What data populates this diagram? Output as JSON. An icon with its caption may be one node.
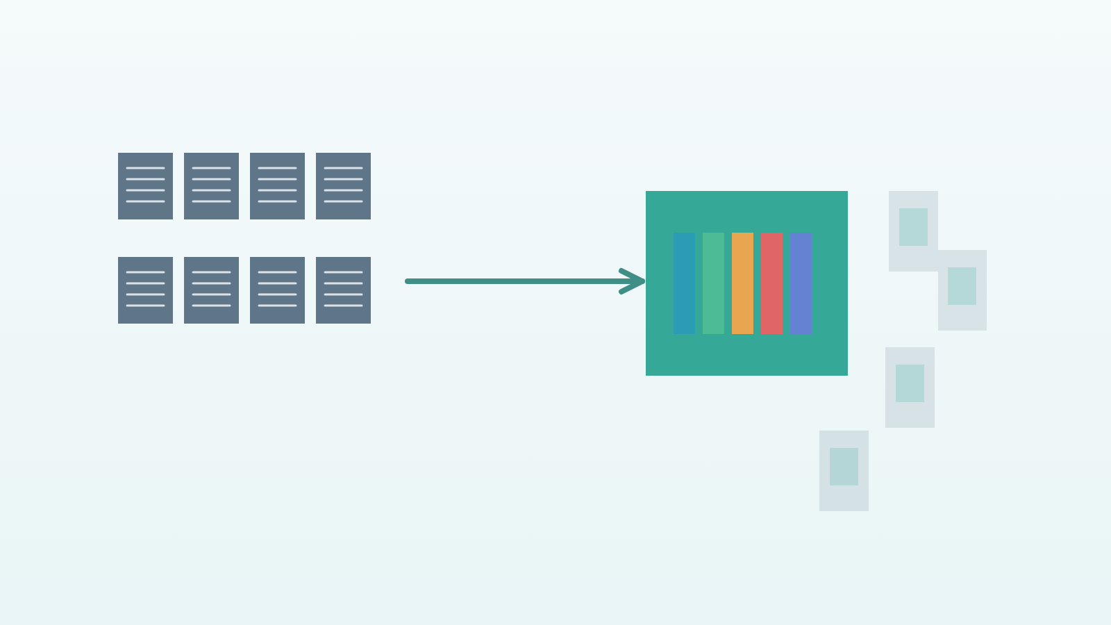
{
  "diagram": {
    "nodes": [
      {
        "text": [],
        "shape": "document"
      },
      {
        "text": [],
        "shape": "document"
      },
      {
        "text": [],
        "shape": "document"
      },
      {
        "text": [],
        "shape": "document"
      },
      {
        "text": [],
        "shape": "document"
      },
      {
        "text": [],
        "shape": "document"
      },
      {
        "text": [],
        "shape": "document"
      },
      {
        "text": [],
        "shape": "document"
      },
      {
        "text": [],
        "shape": "box"
      },
      {
        "text": [],
        "shape": "bar",
        "in": 8
      },
      {
        "text": [],
        "shape": "bar",
        "in": 8
      },
      {
        "text": [],
        "shape": "bar",
        "in": 8
      },
      {
        "text": [],
        "shape": "bar",
        "in": 8
      },
      {
        "text": [],
        "shape": "bar",
        "in": 8
      },
      {
        "text": [],
        "shape": "box"
      },
      {
        "text": [],
        "shape": "box",
        "in": 14
      },
      {
        "text": [],
        "shape": "box"
      },
      {
        "text": [],
        "shape": "box",
        "in": 16
      },
      {
        "text": [],
        "shape": "box"
      },
      {
        "text": [],
        "shape": "box",
        "in": 18
      },
      {
        "text": [],
        "shape": "box"
      },
      {
        "text": [],
        "shape": "box",
        "in": 20
      }
    ],
    "edges": [
      {
        "from": null,
        "to": 8,
        "arrow": "to"
      }
    ]
  }
}
